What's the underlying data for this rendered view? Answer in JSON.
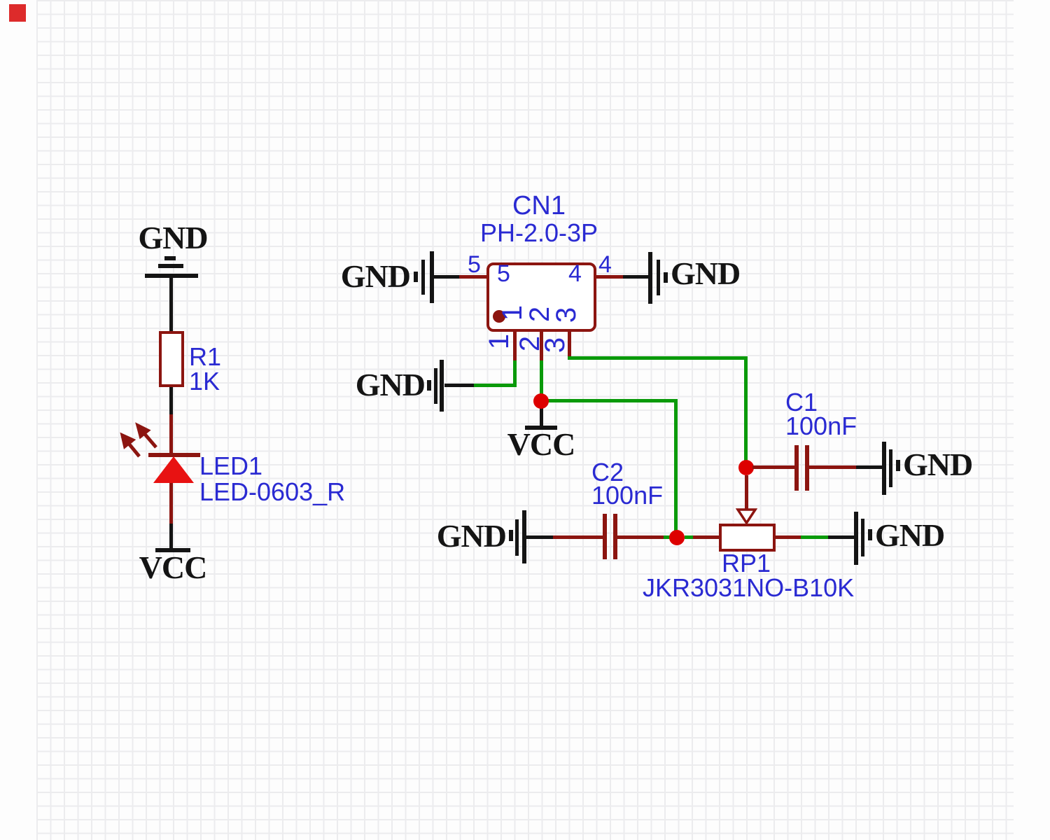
{
  "canvas": {
    "background": "#fdfdfd",
    "grid_color": "#ececee",
    "marker_color": "#DD2B2B"
  },
  "colors": {
    "wire_black": "#141414",
    "wire_green": "#0A9A0A",
    "component_dark_red": "#8C1510",
    "junction_red": "#DD0000",
    "label_blue": "#2A2AD2",
    "led_fill": "#E81212"
  },
  "nets": {
    "gnd": "GND",
    "vcc": "VCC"
  },
  "components": {
    "r1": {
      "ref": "R1",
      "value": "1K"
    },
    "led1": {
      "ref": "LED1",
      "value": "LED-0603_R"
    },
    "cn1": {
      "ref": "CN1",
      "value": "PH-2.0-3P",
      "pins": {
        "p1": "1",
        "p2": "2",
        "p3": "3",
        "p4": "4",
        "p5": "5"
      }
    },
    "c1": {
      "ref": "C1",
      "value": "100nF"
    },
    "c2": {
      "ref": "C2",
      "value": "100nF"
    },
    "rp1": {
      "ref": "RP1",
      "value": "JKR3031NO-B10K"
    }
  }
}
